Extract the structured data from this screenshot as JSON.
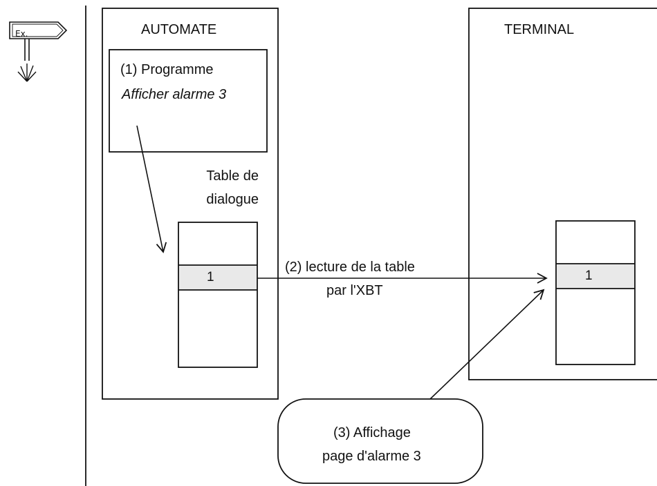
{
  "example_tag": {
    "label": "Ex.",
    "icon": "signpost-icon"
  },
  "automate": {
    "title": "AUTOMATE",
    "program": {
      "label": "(1) Programme",
      "instruction": "Afficher alarme 3"
    },
    "table": {
      "label_line1": "Table de",
      "label_line2": "dialogue",
      "value": "1"
    }
  },
  "terminal": {
    "title": "TERMINAL",
    "table": {
      "value": "1"
    }
  },
  "transfer": {
    "label_line1": "(2) lecture de la table",
    "label_line2": "par l'XBT"
  },
  "display": {
    "label_line1": "(3) Affichage",
    "label_line2": "page d'alarme 3"
  },
  "colors": {
    "ink": "#111111",
    "highlight_cell": "#e9e9e9"
  }
}
